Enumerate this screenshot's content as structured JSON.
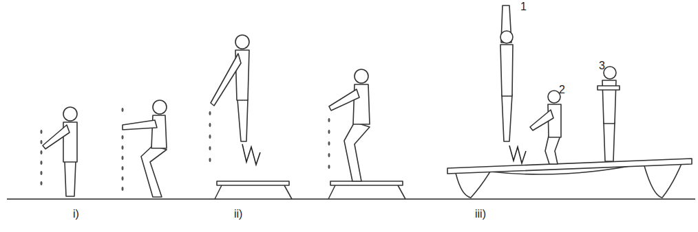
{
  "diagram": {
    "labels": [
      "i)",
      "ii)",
      "iii)",
      "1",
      "2",
      "3"
    ]
  }
}
